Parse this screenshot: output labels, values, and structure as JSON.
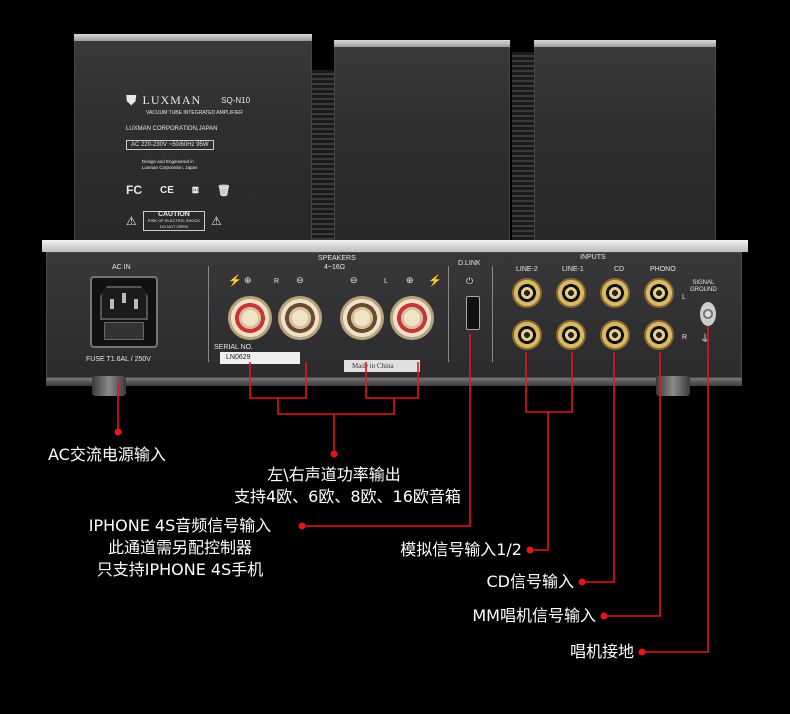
{
  "product": {
    "brand": "LUXMAN",
    "model": "SQ-N10",
    "subtitle": "VACUUM TUBE INTEGRATED AMPLIFIER",
    "company": "LUXMAN CORPORATION,JAPAN",
    "power_rating": "AC 220-230V ~50/60Hz 95W",
    "design_note_1": "Design and Engineered in",
    "design_note_2": "Luxman Corporation, Japan",
    "cert_marks": [
      "FC",
      "CE"
    ],
    "caution_title": "CAUTION",
    "caution_text_1": "RISK OF ELECTRIC SHOCK",
    "caution_text_2": "DO NOT OPEN"
  },
  "panel": {
    "ac_in": "AC IN",
    "fuse": "FUSE T1.6AL / 250V",
    "speakers": "SPEAKERS",
    "impedance": "4~16Ω",
    "ch_r": "R",
    "ch_l": "L",
    "serial_label": "SERIAL NO.",
    "serial_value": "LN0629",
    "made_in": "Made in China",
    "dlink": "D.LINK",
    "inputs": "INPUTS",
    "line2": "LINE-2",
    "line1": "LINE-1",
    "cd": "CD",
    "phono": "PHONO",
    "phono_l": "L",
    "phono_r": "R",
    "signal_ground_1": "SIGNAL",
    "signal_ground_2": "GROUND"
  },
  "annotations": {
    "ac_input": "AC交流电源输入",
    "speaker_1": "左\\右声道功率输出",
    "speaker_2": "支持4欧、6欧、8欧、16欧音箱",
    "iphone_1": "IPHONE 4S音频信号输入",
    "iphone_2": "此通道需另配控制器",
    "iphone_3": "只支持IPHONE 4S手机",
    "analog": "模拟信号输入1/2",
    "cd": "CD信号输入",
    "mm": "MM唱机信号输入",
    "ground": "唱机接地"
  },
  "colors": {
    "leader_line": "#e3161c",
    "background": "#000000",
    "text": "#ffffff"
  }
}
